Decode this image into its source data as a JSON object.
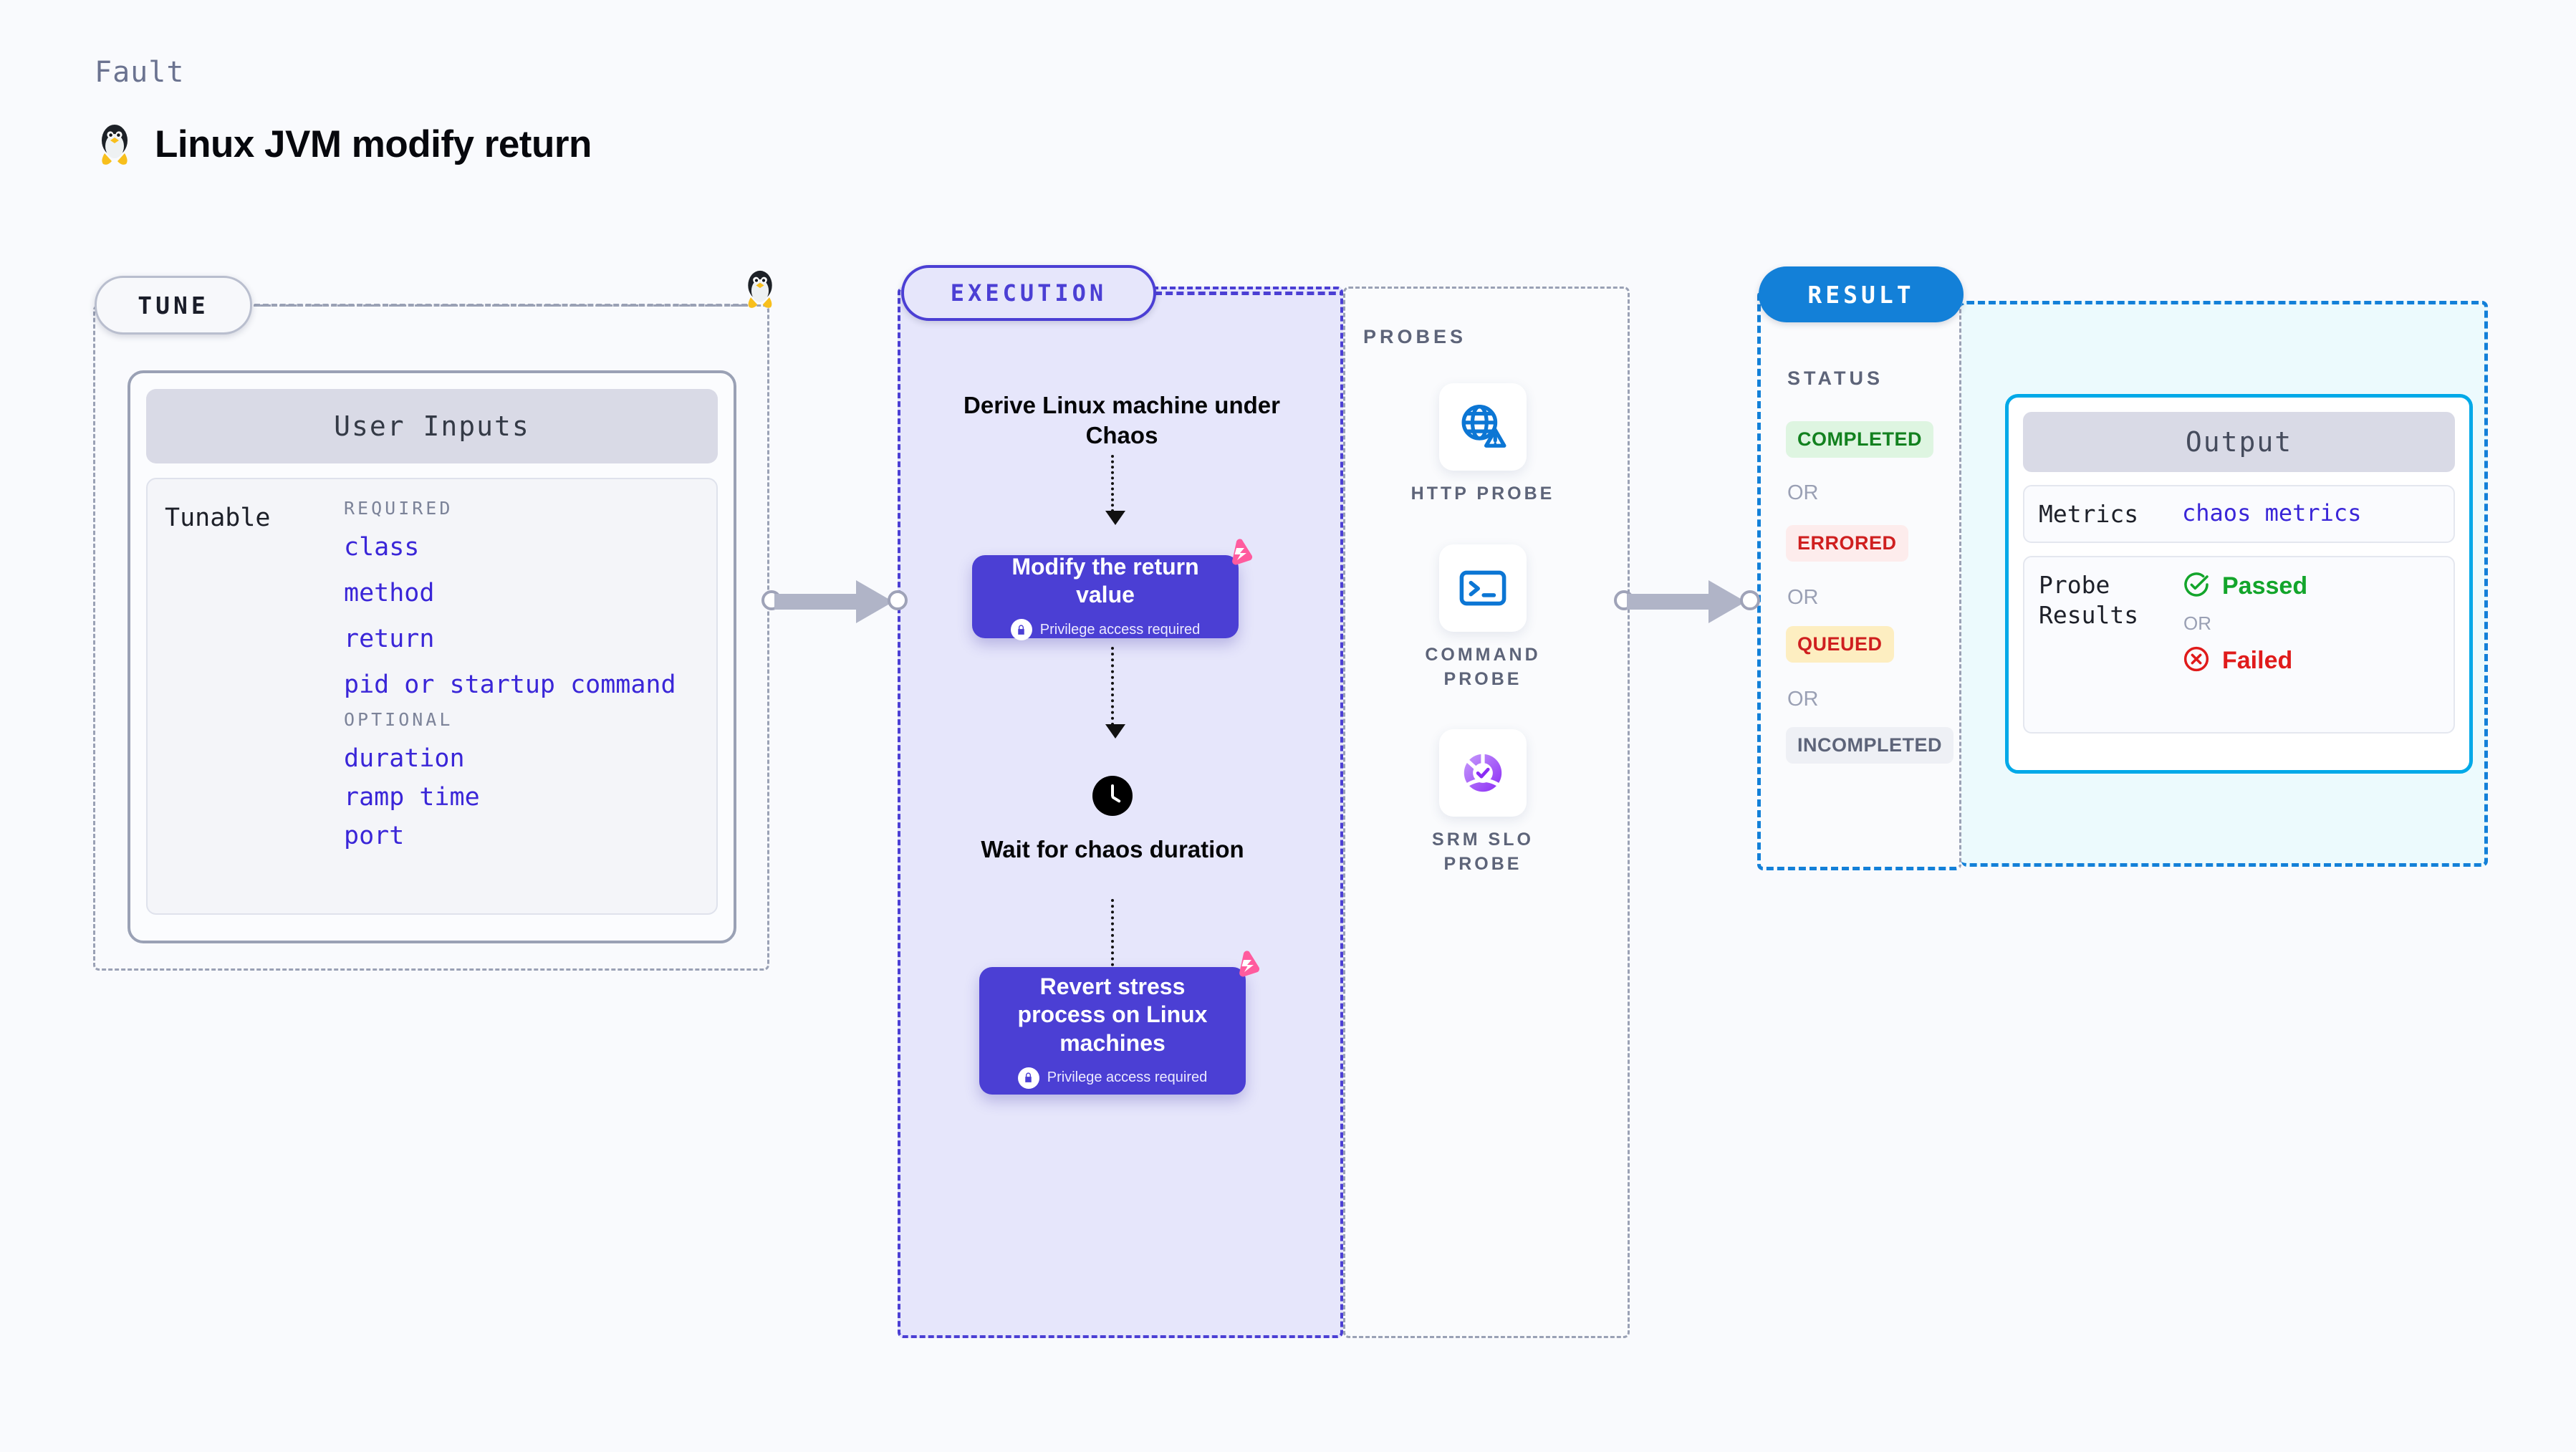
{
  "header": {
    "kicker": "Fault",
    "title": "Linux JVM modify return",
    "icon": "linux-tux-icon"
  },
  "tune": {
    "pill_label": "TUNE",
    "card_title": "User Inputs",
    "tunable_label": "Tunable",
    "groups": [
      {
        "heading": "REQUIRED",
        "items": [
          "class",
          "method",
          "return",
          "pid or startup command"
        ]
      },
      {
        "heading": "OPTIONAL",
        "items": [
          "duration",
          "ramp time",
          "port"
        ]
      }
    ]
  },
  "execution": {
    "pill_label": "EXECUTION",
    "step1_title": "Derive Linux machine under Chaos",
    "action1_title": "Modify the return value",
    "action1_note": "Privilege access required",
    "wait_title": "Wait for chaos duration",
    "action2_title": "Revert stress process on Linux machines",
    "action2_note": "Privilege access required",
    "badge_icon": "harness-pink-icon",
    "clock_icon": "clock-icon",
    "lock_icon": "lock-icon"
  },
  "probes": {
    "section_label": "PROBES",
    "items": [
      {
        "name": "HTTP PROBE",
        "icon": "globe-alert-icon"
      },
      {
        "name": "COMMAND PROBE",
        "icon": "terminal-icon"
      },
      {
        "name": "SRM SLO PROBE",
        "icon": "slo-check-icon"
      }
    ]
  },
  "result": {
    "pill_label": "RESULT",
    "status_label": "STATUS",
    "or_label": "OR",
    "statuses": [
      {
        "label": "COMPLETED",
        "bg": "#def5e1",
        "fg": "#12811f"
      },
      {
        "label": "ERRORED",
        "bg": "#fdecec",
        "fg": "#cf1f1f"
      },
      {
        "label": "QUEUED",
        "bg": "#fdeec1",
        "fg": "#cf1f1f"
      },
      {
        "label": "INCOMPLETED",
        "bg": "#eef0f5",
        "fg": "#5d6479"
      }
    ]
  },
  "output": {
    "card_title": "Output",
    "metrics_key": "Metrics",
    "metrics_value": "chaos metrics",
    "probe_results_key": "Probe Results",
    "passed_label": "Passed",
    "failed_label": "Failed",
    "or_label": "OR",
    "passed_icon": "check-circle-icon",
    "failed_icon": "x-circle-icon"
  },
  "colors": {
    "background": "#f9fafd",
    "accent_purple": "#4b3fd4",
    "accent_blue": "#1380d8",
    "accent_cyan": "#00a9e8",
    "accent_pink": "#ff5b9e",
    "link_blue": "#3a26d8",
    "muted": "#9aa1b5"
  }
}
